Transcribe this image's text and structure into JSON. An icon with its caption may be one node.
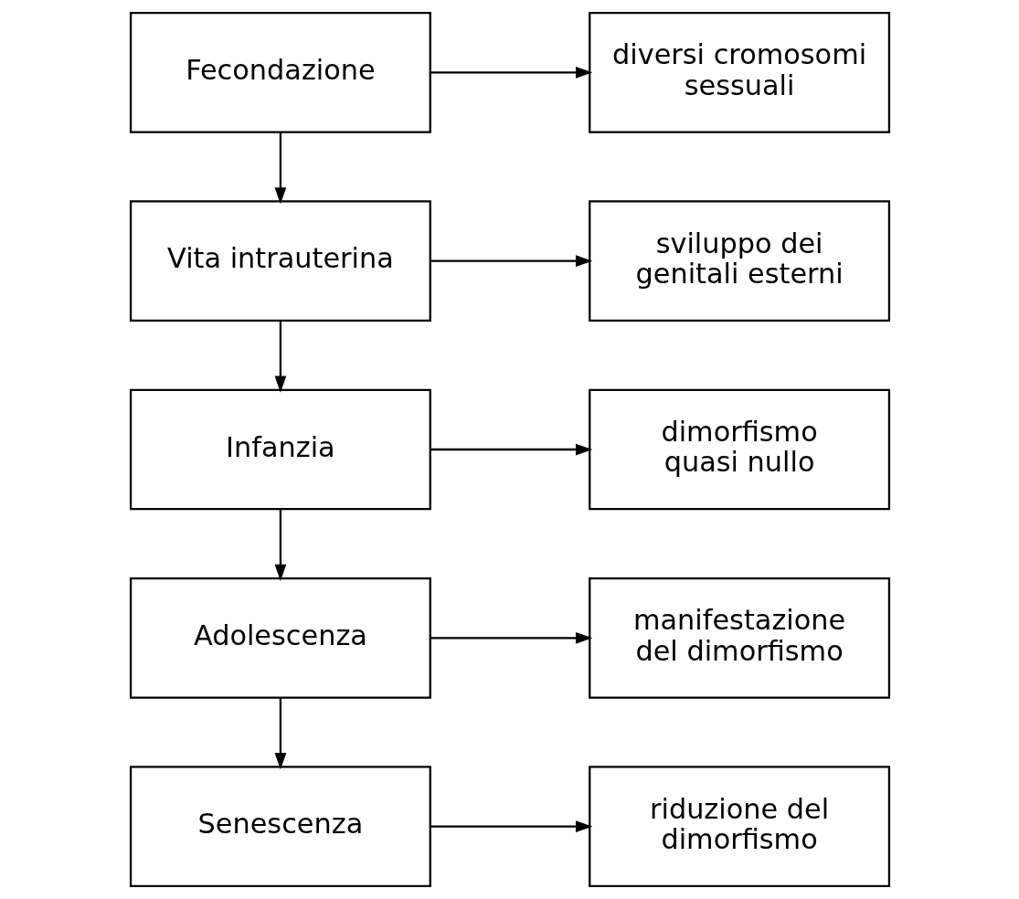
{
  "diagram": {
    "nodes": [
      {
        "text": [
          "Fecondazione"
        ]
      },
      {
        "text": [
          "diversi cromosomi sessuali"
        ]
      },
      {
        "text": [
          "Vita intrauterina"
        ]
      },
      {
        "text": [
          "sviluppo dei genitali esterni"
        ]
      },
      {
        "text": [
          "Infanzia"
        ]
      },
      {
        "text": [
          "dimorfismo quasi nullo"
        ]
      },
      {
        "text": [
          "Adolescenza"
        ]
      },
      {
        "text": [
          "manifestazione del dimorfismo"
        ]
      },
      {
        "text": [
          "Senescenza"
        ]
      },
      {
        "text": [
          "riduzione del dimorfismo"
        ]
      }
    ],
    "edges": [
      {
        "from": 0,
        "to": 1,
        "arrow": "to"
      },
      {
        "from": 0,
        "to": 2,
        "arrow": "to"
      },
      {
        "from": 2,
        "to": 3,
        "arrow": "to"
      },
      {
        "from": 2,
        "to": 4,
        "arrow": "to"
      },
      {
        "from": 4,
        "to": 5,
        "arrow": "to"
      },
      {
        "from": 4,
        "to": 6,
        "arrow": "to"
      },
      {
        "from": 6,
        "to": 7,
        "arrow": "to"
      },
      {
        "from": 6,
        "to": 8,
        "arrow": "to"
      },
      {
        "from": 8,
        "to": 9,
        "arrow": "to"
      }
    ]
  }
}
